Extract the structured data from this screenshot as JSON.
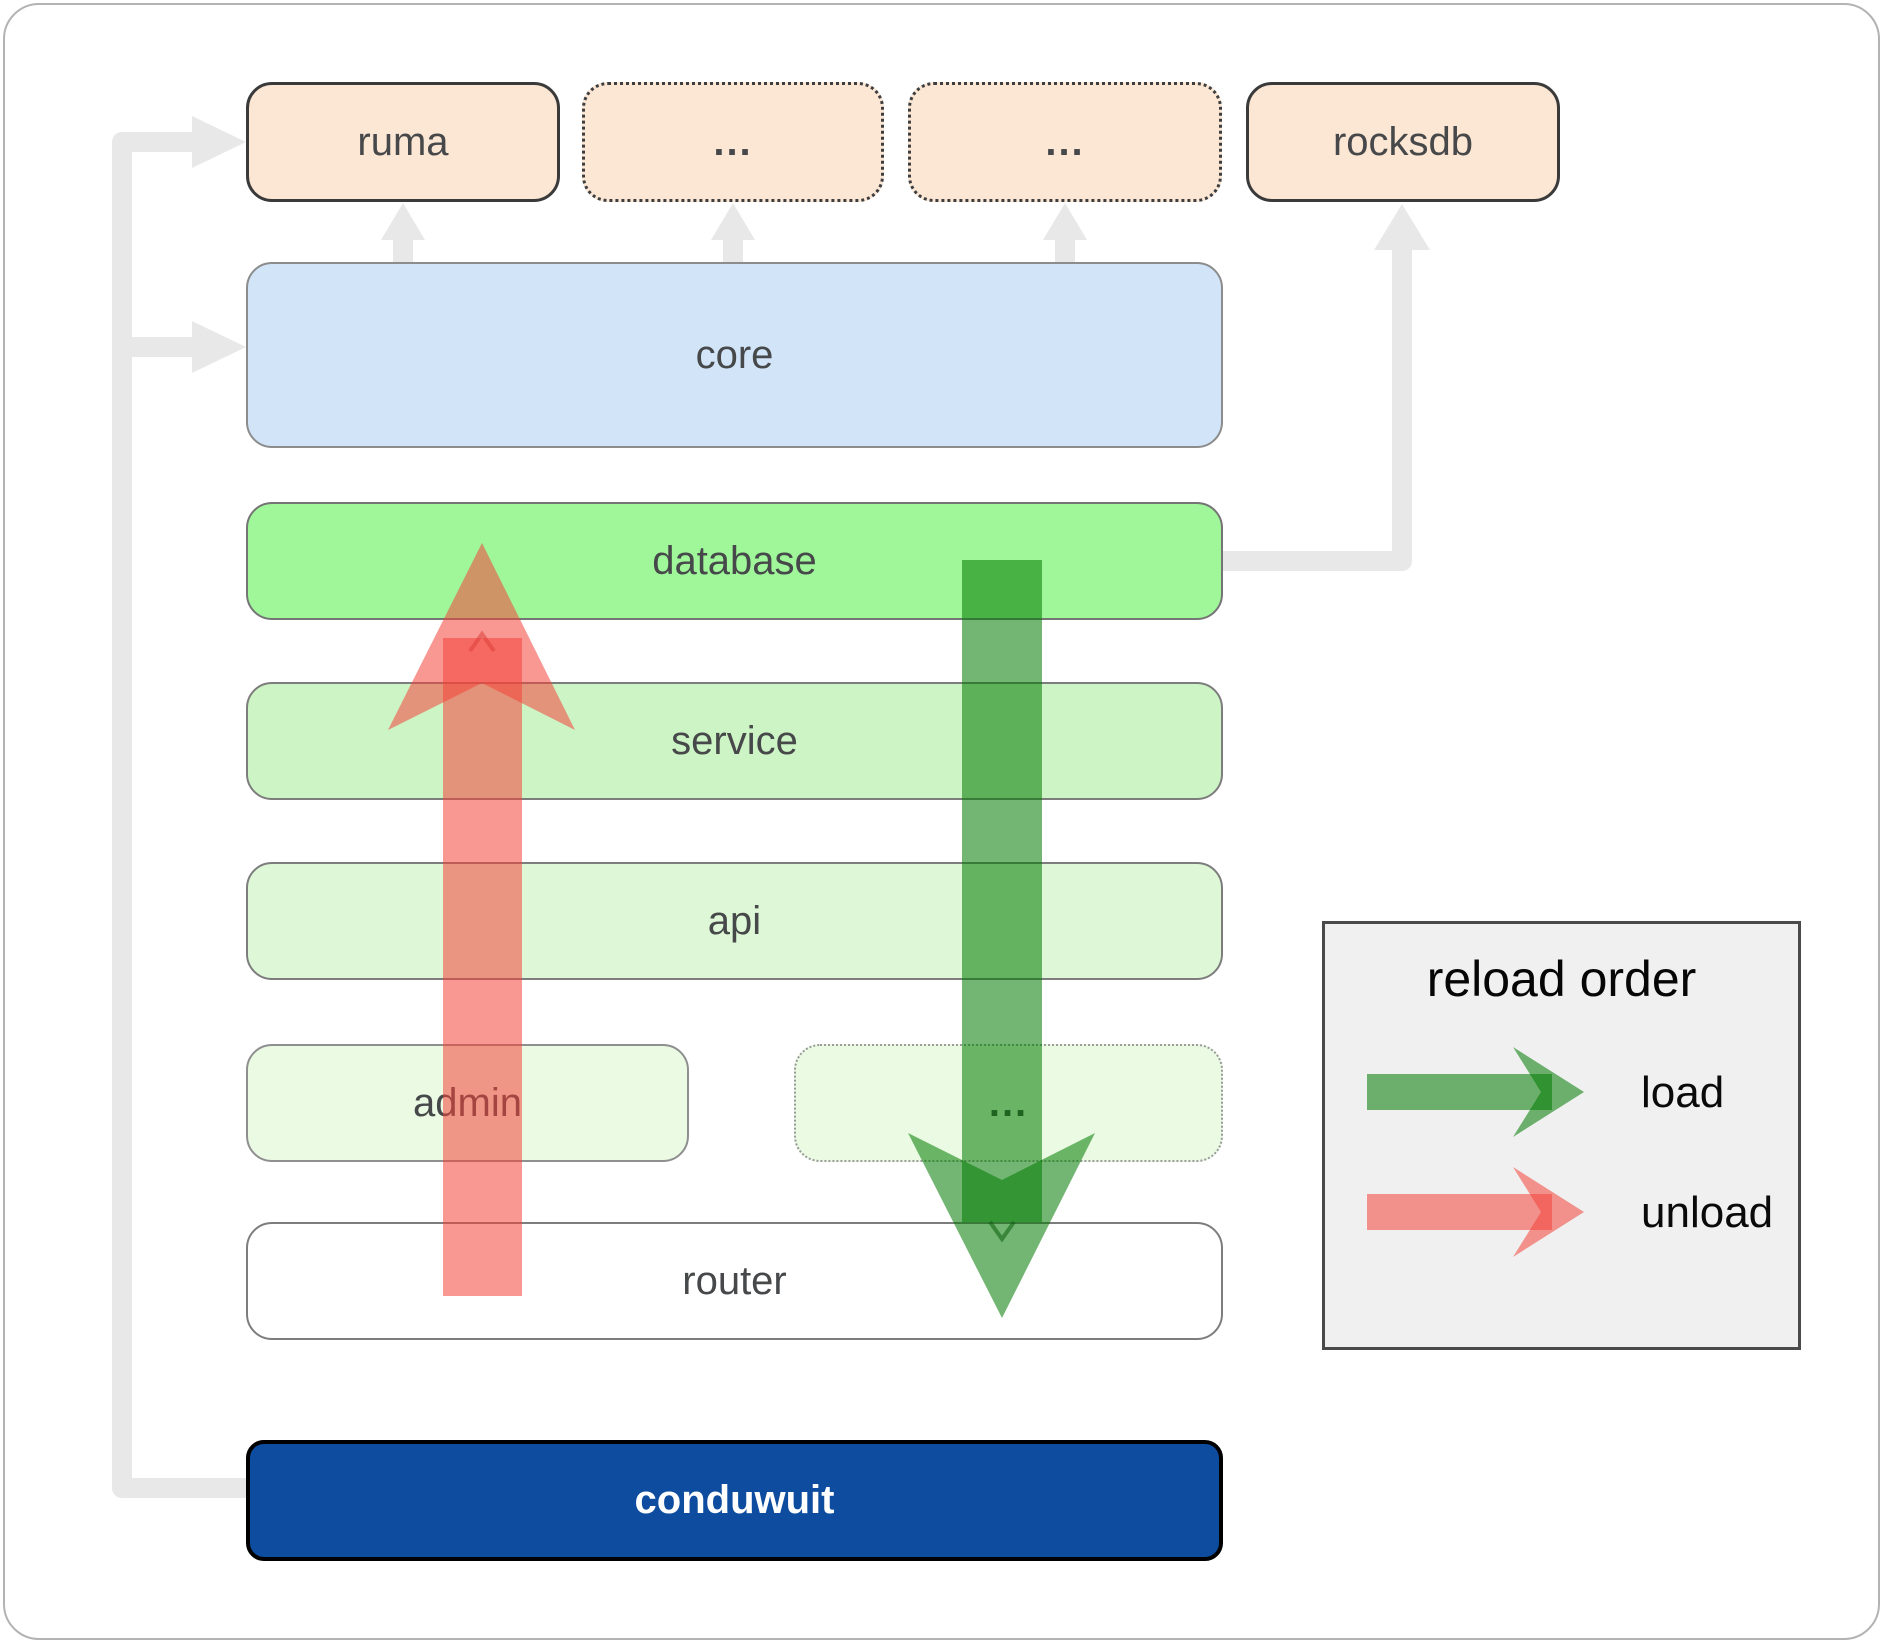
{
  "nodes": {
    "ruma": {
      "label": "ruma"
    },
    "ellipsis_top_1": {
      "label": "..."
    },
    "ellipsis_top_2": {
      "label": "..."
    },
    "rocksdb": {
      "label": "rocksdb"
    },
    "core": {
      "label": "core"
    },
    "database": {
      "label": "database"
    },
    "service": {
      "label": "service"
    },
    "api": {
      "label": "api"
    },
    "admin": {
      "label": "admin"
    },
    "ellipsis_mid": {
      "label": "..."
    },
    "router": {
      "label": "router"
    },
    "conduwuit": {
      "label": "conduwuit"
    }
  },
  "legend": {
    "title": "reload order",
    "items": [
      {
        "label": "load",
        "color": "#007a00",
        "direction": "down"
      },
      {
        "label": "unload",
        "color": "#f4443a",
        "direction": "up"
      }
    ]
  },
  "flow_arrows": {
    "load": {
      "from": "database",
      "to": "router",
      "color": "#007a00"
    },
    "unload": {
      "from": "router",
      "to": "database",
      "color": "#f4443a"
    }
  },
  "connector_color": "#e8e8e8",
  "node_colors": {
    "peach": "#fce6d4",
    "core": "#d2e4f8",
    "database": "#9ff79a",
    "service": "#cdf4c5",
    "api": "#def8d7",
    "admin": "#eafae3",
    "router": "#ffffff",
    "conduwuit": "#0d4c9e"
  }
}
